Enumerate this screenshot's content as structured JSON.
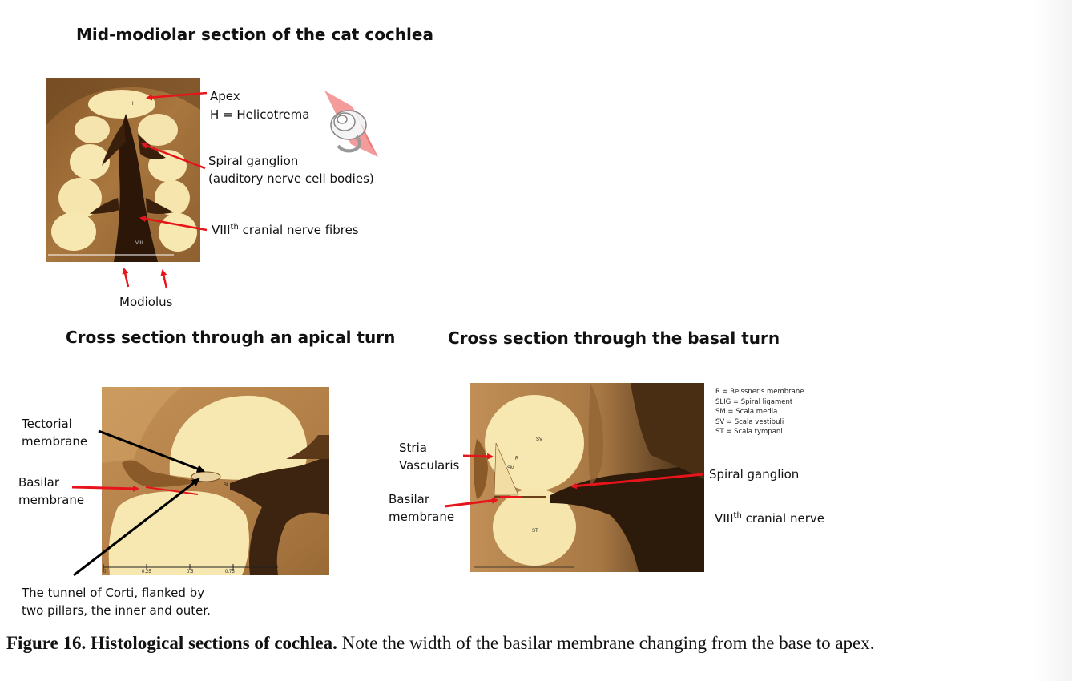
{
  "panel_top": {
    "title": "Mid-modiolar section of the cat cochlea",
    "apex_label": "Apex",
    "helicotrema_label": "H = Helicotrema",
    "ganglion_line1": "Spiral ganglion",
    "ganglion_line2": "(auditory nerve cell bodies)",
    "nerve_fibres_main": "VIII",
    "nerve_fibres_sup": "th",
    "nerve_fibres_rest": " cranial nerve fibres",
    "modiolus_label": "Modiolus",
    "micro_h": "H",
    "micro_viii": "VIII"
  },
  "panel_apical": {
    "title": "Cross section through an apical turn",
    "tectorial_line1": "Tectorial",
    "tectorial_line2": "membrane",
    "basilar_line1": "Basilar",
    "basilar_line2": "membrane",
    "tunnel_line1": "The tunnel of Corti, flanked by",
    "tunnel_line2": "two pillars, the inner and outer.",
    "scale_ticks": [
      "0",
      "0.25",
      "0.5",
      "0.75"
    ],
    "micro_bl": "BL"
  },
  "panel_basal": {
    "title": "Cross section through the basal turn",
    "stria_line1": "Stria",
    "stria_line2": "Vascularis",
    "basilar_line1": "Basilar",
    "basilar_line2": "membrane",
    "spiral_ganglion": "Spiral ganglion",
    "nerve_main": "VIII",
    "nerve_sup": "th",
    "nerve_rest": " cranial nerve",
    "legend": [
      "R = Reissner's membrane",
      "SLIG = Spiral ligament",
      "SM = Scala media",
      "SV = Scala vestibuli",
      "ST = Scala tympani"
    ],
    "micro_sv": "SV",
    "micro_sm": "SM",
    "micro_st": "ST",
    "micro_r": "R"
  },
  "caption": {
    "bold": "Figure 16. Histological sections of cochlea.",
    "rest": " Note the width of the basilar membrane changing from the base to apex."
  },
  "colors": {
    "arrow_red": "#e8141b",
    "arrow_black": "#000000",
    "tissue": "#a87a42",
    "fluid": "#f7e7b0"
  }
}
